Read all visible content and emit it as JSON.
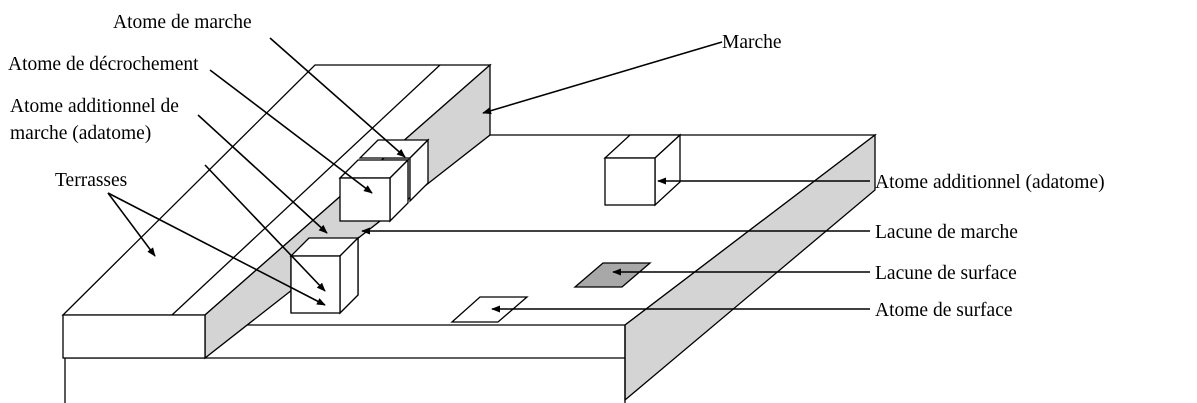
{
  "labels": {
    "atome_marche": "Atome de marche",
    "atome_decrochement": "Atome de décrochement",
    "adatome_marche_l1": "Atome additionnel de",
    "adatome_marche_l2": "marche (adatome)",
    "terrasses": "Terrasses",
    "marche": "Marche",
    "adatome": "Atome additionnel (adatome)",
    "lacune_marche": "Lacune de marche",
    "lacune_surface": "Lacune de surface",
    "atome_surface": "Atome de surface"
  },
  "colors": {
    "line": "#000000",
    "shade": "#d4d4d4",
    "background": "#ffffff"
  }
}
